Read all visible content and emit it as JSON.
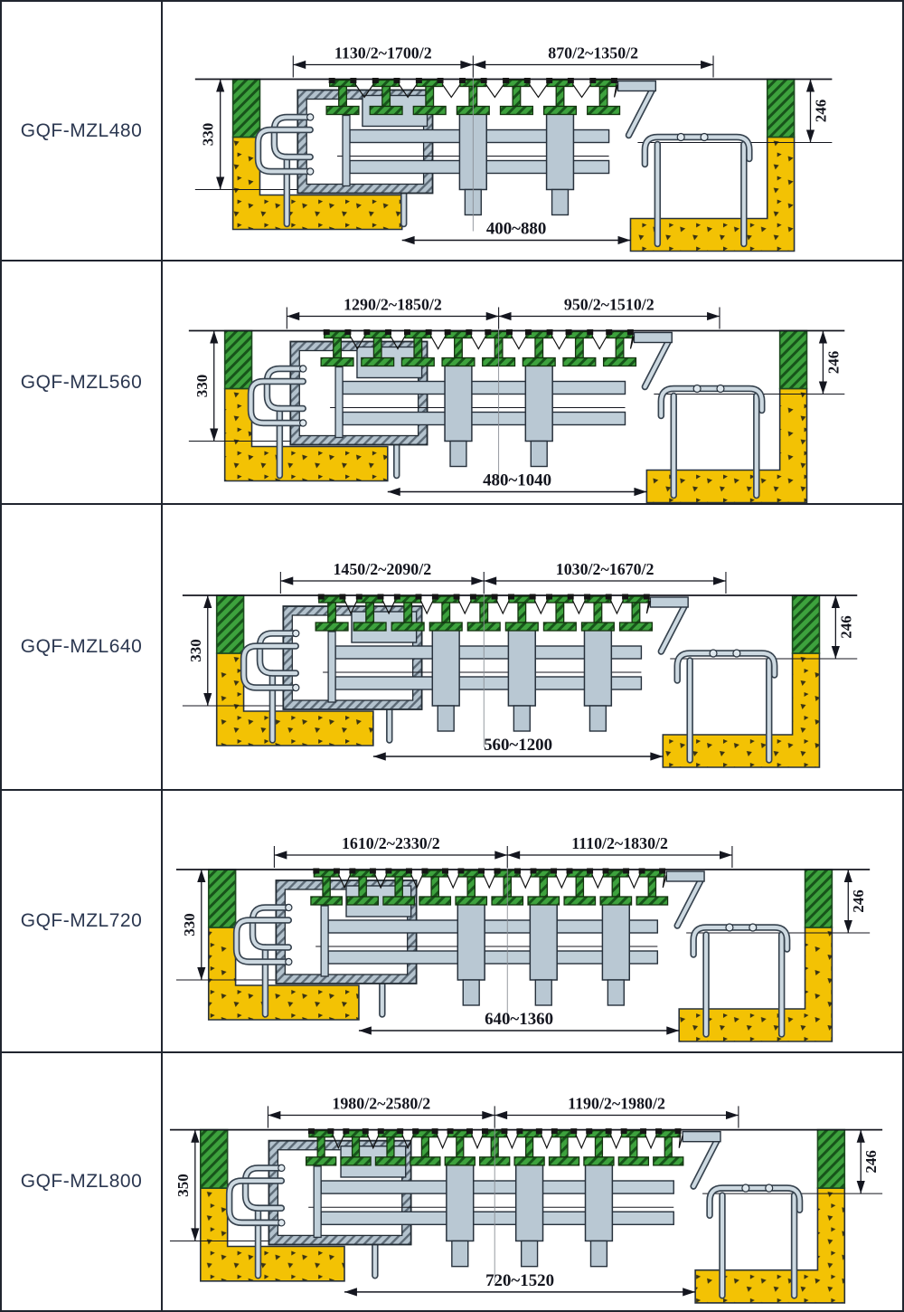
{
  "table": {
    "rows": [
      {
        "model": "GQF-MZL480",
        "top_left_span": "1130/2~1700/2",
        "top_right_span": "870/2~1350/2",
        "left_height": "330",
        "right_height": "246",
        "bottom_gap": "400~880",
        "beam_count": 7
      },
      {
        "model": "GQF-MZL560",
        "top_left_span": "1290/2~1850/2",
        "top_right_span": "950/2~1510/2",
        "left_height": "330",
        "right_height": "246",
        "bottom_gap": "480~1040",
        "beam_count": 8
      },
      {
        "model": "GQF-MZL640",
        "top_left_span": "1450/2~2090/2",
        "top_right_span": "1030/2~1670/2",
        "left_height": "330",
        "right_height": "246",
        "bottom_gap": "560~1200",
        "beam_count": 9
      },
      {
        "model": "GQF-MZL720",
        "top_left_span": "1610/2~2330/2",
        "top_right_span": "1110/2~1830/2",
        "left_height": "330",
        "right_height": "246",
        "bottom_gap": "640~1360",
        "beam_count": 10
      },
      {
        "model": "GQF-MZL800",
        "top_left_span": "1980/2~2580/2",
        "top_right_span": "1190/2~1980/2",
        "left_height": "350",
        "right_height": "246",
        "bottom_gap": "720~1520",
        "beam_count": 11
      }
    ]
  },
  "colors": {
    "concrete_new_green": "#3da23d",
    "green_hatch": "#17541a",
    "concrete_old_yellow": "#f3c204",
    "speckle": "#3a3413",
    "steel_light": "#c0cfd9",
    "steel_column": "#b9c8d3",
    "steel_hatch_bg": "#b3c2cd",
    "steel_hatch_line": "#5c6a76",
    "pipe_dark": "#36424e",
    "pipe_light": "#cdd9e1",
    "outline": "#27313c",
    "dimension": "#14161f",
    "label_text": "#2b3750",
    "table_border": "#20252f"
  }
}
